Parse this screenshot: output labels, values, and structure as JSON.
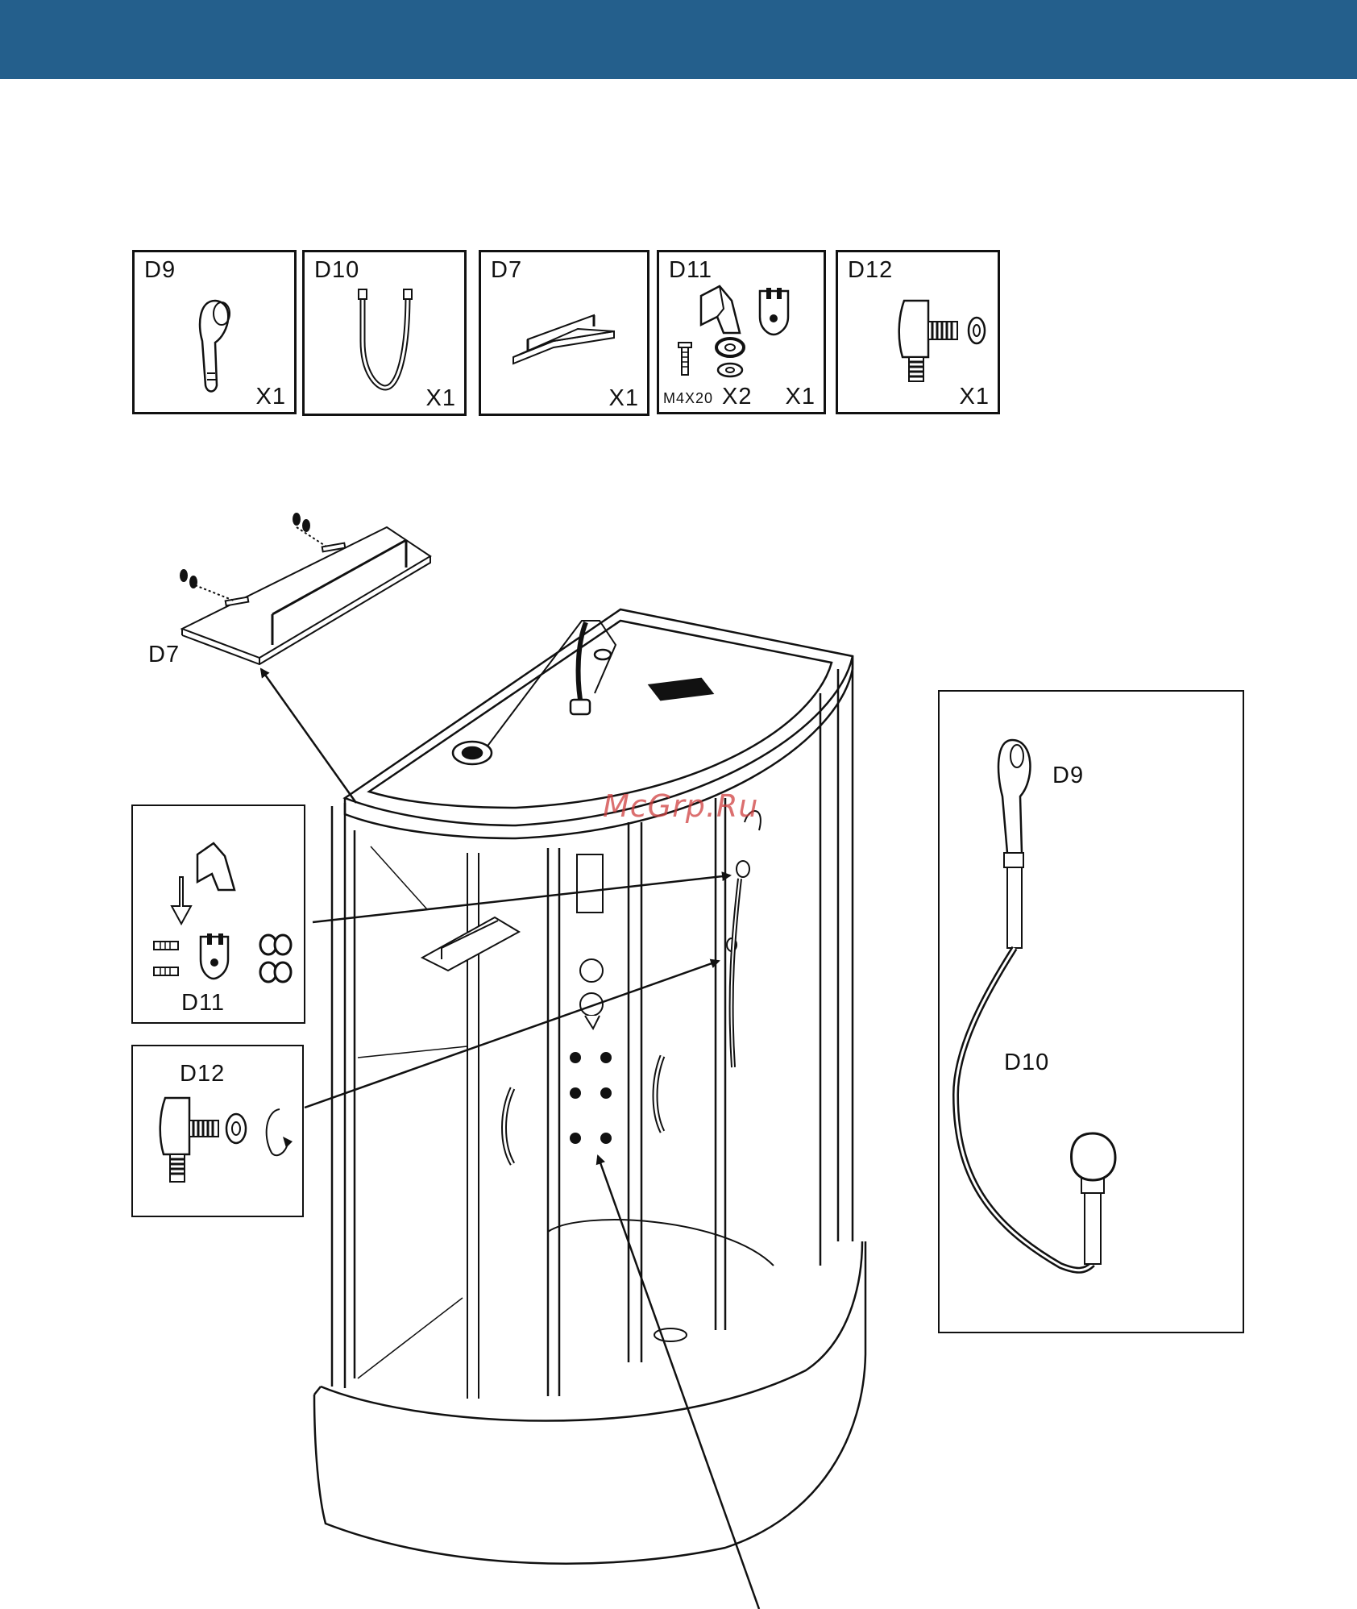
{
  "header": {
    "color": "#245f8c"
  },
  "parts": [
    {
      "code": "D9",
      "qty": "X1",
      "icon": "hand-shower-icon"
    },
    {
      "code": "D10",
      "qty": "X1",
      "icon": "shower-hose-icon"
    },
    {
      "code": "D7",
      "qty": "X1",
      "icon": "glass-shelf-icon"
    },
    {
      "code": "D11",
      "qty": "X1",
      "icon": "shower-holder-kit-icon",
      "screw_size": "M4X20",
      "screw_qty": "X2"
    },
    {
      "code": "D12",
      "qty": "X1",
      "icon": "water-inlet-connector-icon"
    }
  ],
  "callouts": {
    "shelf": "D7",
    "holder": "D11",
    "connector": "D12",
    "hand_shower": "D9",
    "hose": "D10"
  },
  "watermark": "McGrp.Ru"
}
